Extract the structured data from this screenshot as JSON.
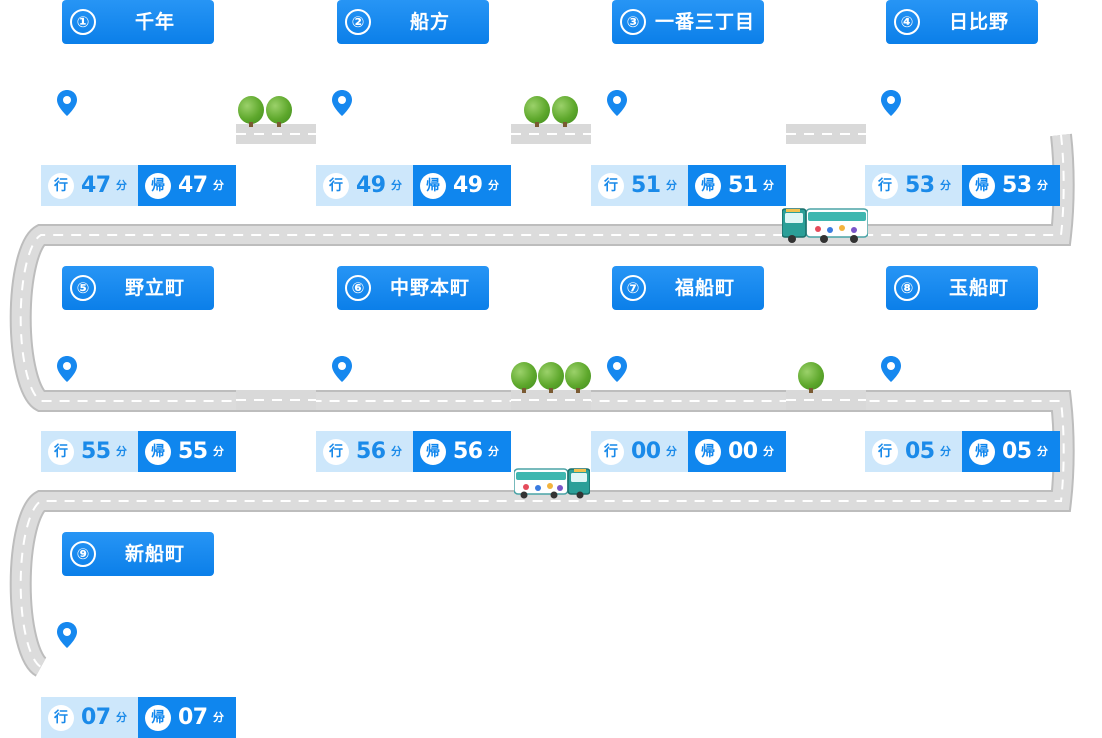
{
  "labels": {
    "outbound": "行",
    "inbound": "帰",
    "minute_unit": "分"
  },
  "stops": [
    {
      "number": "①",
      "name": "千年",
      "outbound": "47",
      "inbound": "47"
    },
    {
      "number": "②",
      "name": "船方",
      "outbound": "49",
      "inbound": "49"
    },
    {
      "number": "③",
      "name": "一番三丁目",
      "outbound": "51",
      "inbound": "51"
    },
    {
      "number": "④",
      "name": "日比野",
      "outbound": "53",
      "inbound": "53"
    },
    {
      "number": "⑤",
      "name": "野立町",
      "outbound": "55",
      "inbound": "55"
    },
    {
      "number": "⑥",
      "name": "中野本町",
      "outbound": "56",
      "inbound": "56"
    },
    {
      "number": "⑦",
      "name": "福船町",
      "outbound": "00",
      "inbound": "00"
    },
    {
      "number": "⑧",
      "name": "玉船町",
      "outbound": "05",
      "inbound": "05"
    },
    {
      "number": "⑨",
      "name": "新船町",
      "outbound": "07",
      "inbound": "07"
    }
  ],
  "bus_count": 2,
  "colors": {
    "header": "#0b7fe9",
    "outbound_bg": "#cde7fb",
    "outbound_text": "#1a8ae9",
    "inbound_bg": "#0f86ee",
    "road": "#d9d9d9",
    "pin": "#1688ef",
    "tree": "#5ea82c"
  },
  "icons": [
    "map-pin-icon",
    "tree-icon",
    "bus-icon",
    "road-icon"
  ]
}
